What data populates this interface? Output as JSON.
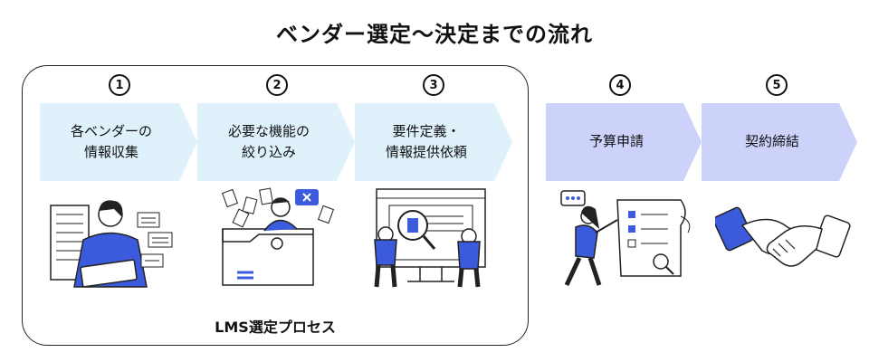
{
  "title": "ベンダー選定〜決定までの流れ",
  "group_label": "LMS選定プロセス",
  "steps": [
    {
      "num": "1",
      "label": "各ベンダーの\n情報収集"
    },
    {
      "num": "2",
      "label": "必要な機能の\n絞り込み"
    },
    {
      "num": "3",
      "label": "要件定義・\n情報提供依頼"
    },
    {
      "num": "4",
      "label": "予算申請"
    },
    {
      "num": "5",
      "label": "契約締結"
    }
  ],
  "colors": {
    "step_blue": "#dff1fb",
    "step_purple": "#cdd2fb",
    "accent": "#3c5bdc"
  },
  "icons": [
    "person-laptop-icon",
    "documents-folder-icon",
    "magnifier-team-icon",
    "checklist-person-icon",
    "handshake-icon"
  ]
}
